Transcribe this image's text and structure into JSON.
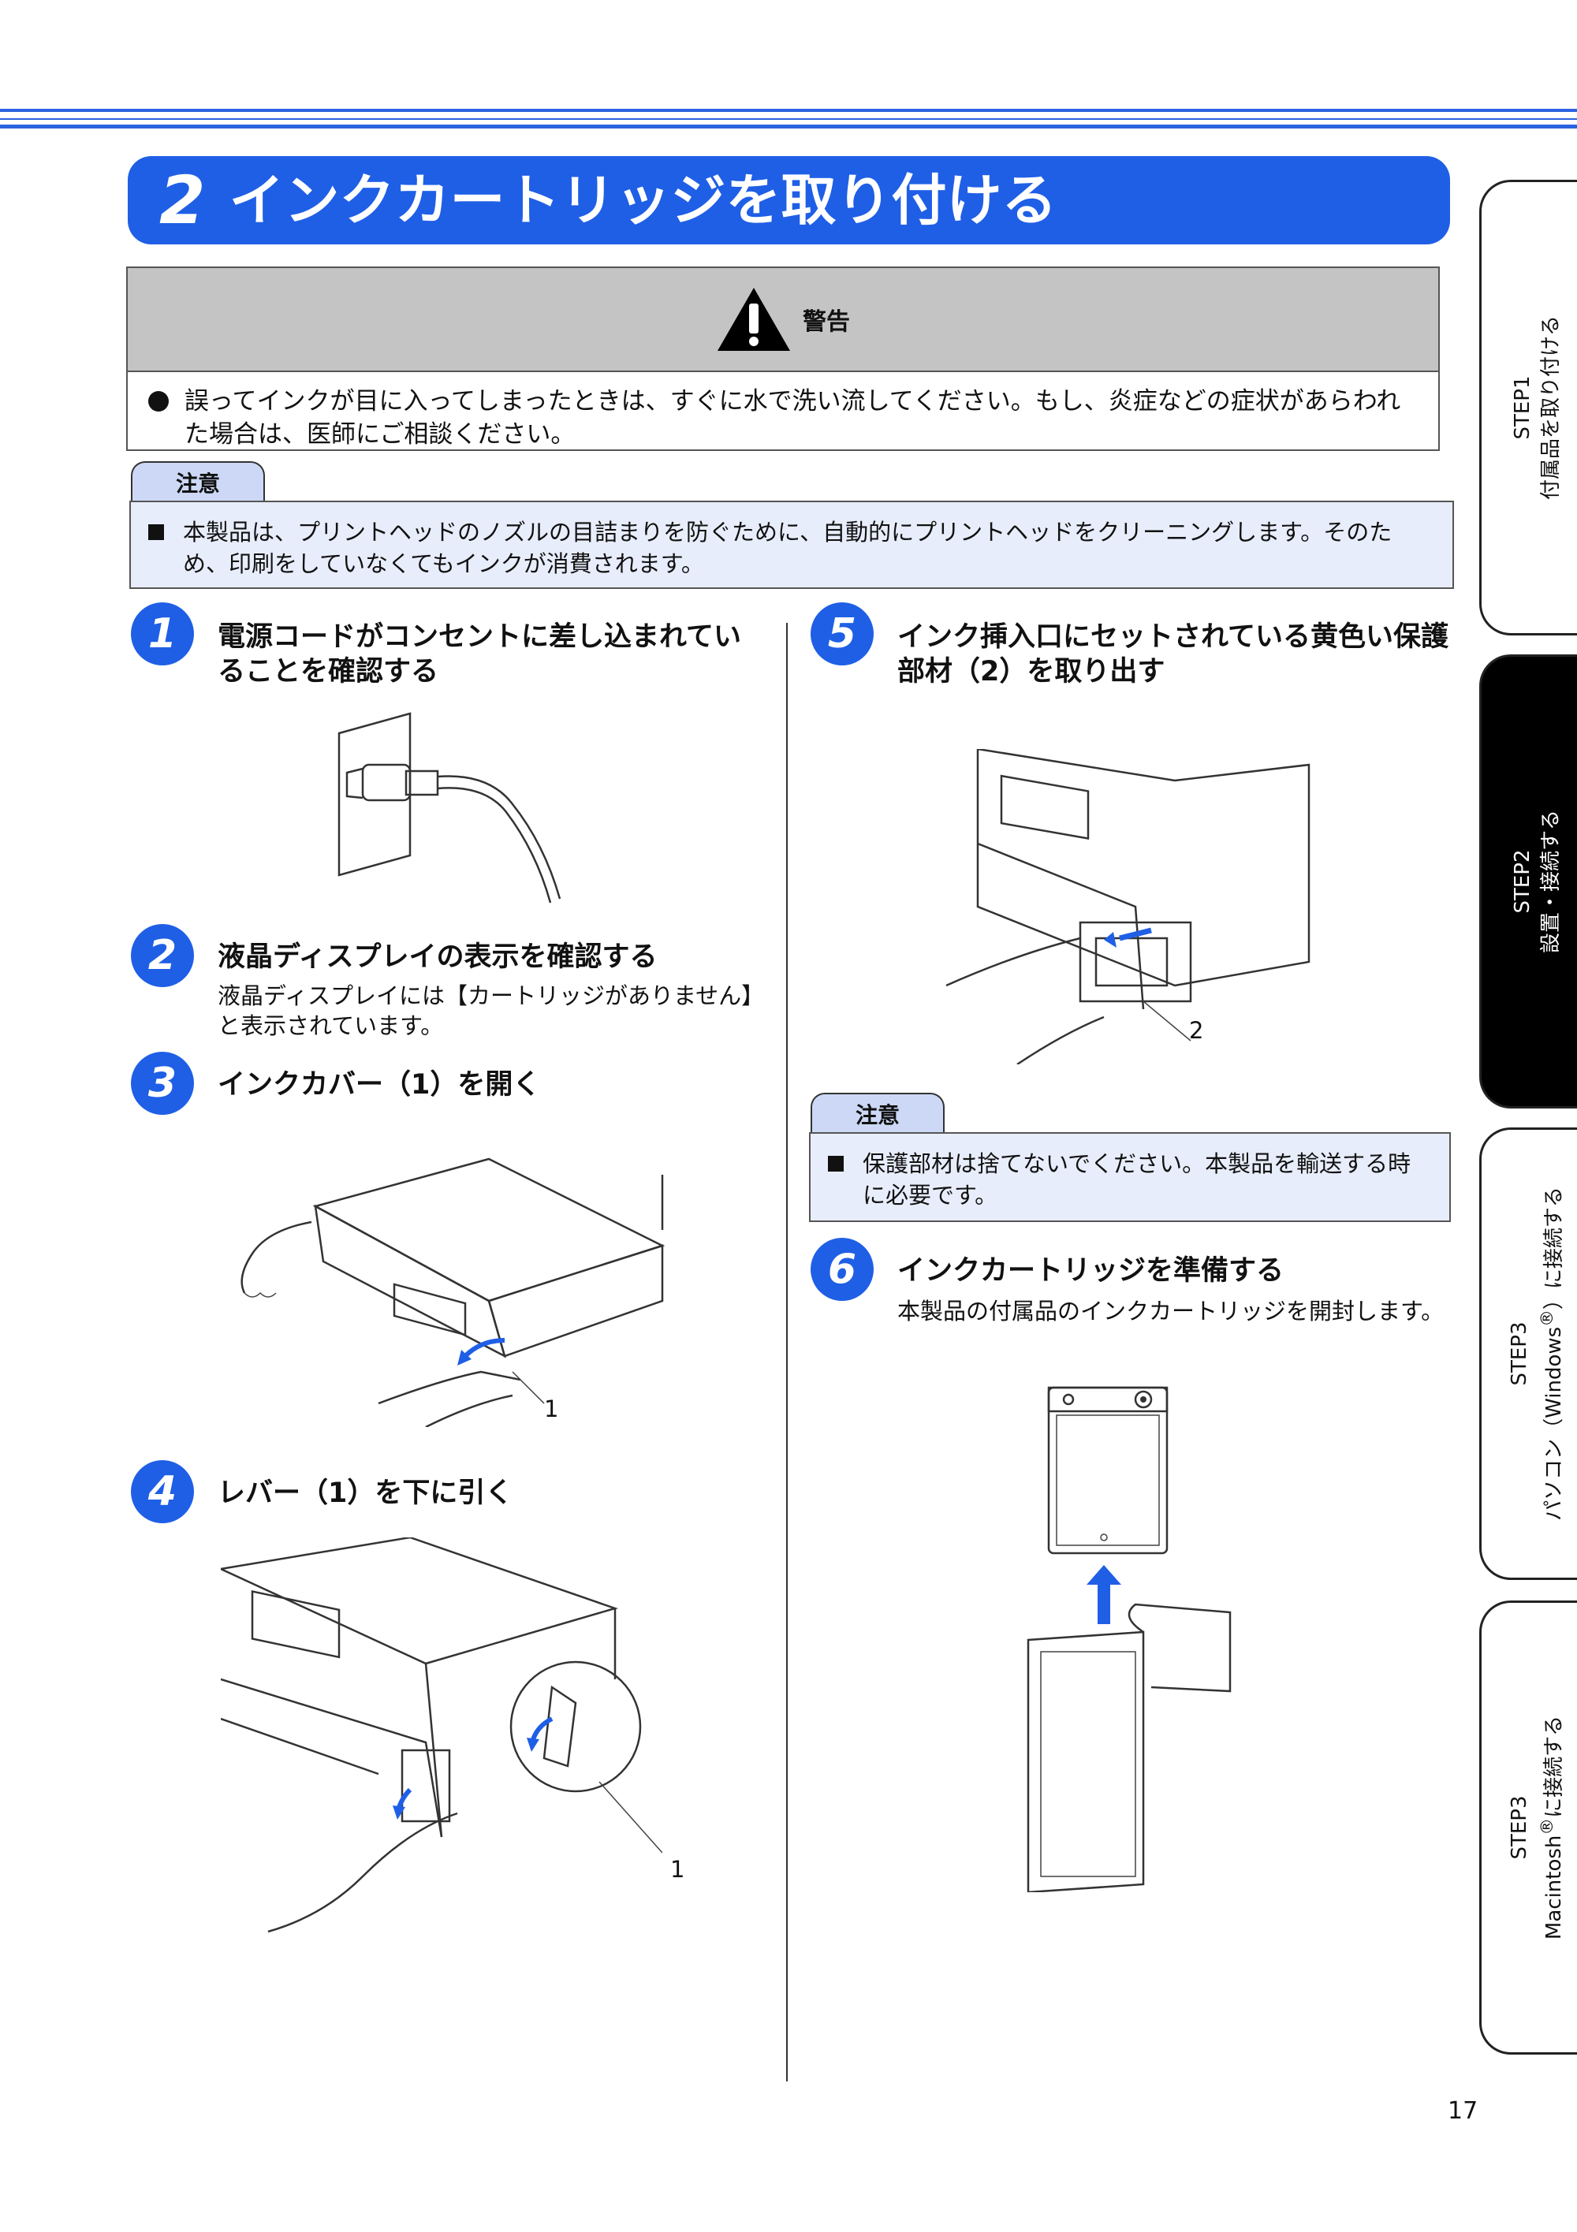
{
  "section": {
    "number": "2",
    "title": "インクカートリッジを取り付ける"
  },
  "warning": {
    "title": "警告",
    "icon": "warning-triangle-icon",
    "text": "誤ってインクが目に入ってしまったときは、すぐに水で洗い流してください。もし、炎症などの症状があらわれた場合は、医師にご相談ください。"
  },
  "caution1": {
    "label": "注意",
    "text": "本製品は、プリントヘッドのノズルの目詰まりを防ぐために、自動的にプリントヘッドをクリーニングします。そのため、印刷をしていなくてもインクが消費されます。"
  },
  "steps": [
    {
      "number": "1",
      "title": "電源コードがコンセントに差し込まれていることを確認する"
    },
    {
      "number": "2",
      "title": "液晶ディスプレイの表示を確認する",
      "body": "液晶ディスプレイには【カートリッジがありません】と表示されています。"
    },
    {
      "number": "3",
      "title": "インクカバー（1）を開く",
      "callout": "1"
    },
    {
      "number": "4",
      "title": "レバー（1）を下に引く",
      "callout": "1"
    },
    {
      "number": "5",
      "title": "インク挿入口にセットされている黄色い保護部材（2）を取り出す",
      "callout": "2"
    },
    {
      "number": "6",
      "title": "インクカートリッジを準備する",
      "body": "本製品の付属品のインクカートリッジを開封します。"
    }
  ],
  "caution2": {
    "label": "注意",
    "text": "保護部材は捨てないでください。本製品を輸送する時に必要です。"
  },
  "side_tabs": [
    {
      "step": "STEP1",
      "label": "付属品を取り付ける",
      "active": false
    },
    {
      "step": "STEP2",
      "label": "設置・接続する",
      "active": true
    },
    {
      "step": "STEP3",
      "label_pre": "パソコン（Windows",
      "sup": "®",
      "label_post": "）に接続する",
      "active": false
    },
    {
      "step": "STEP3",
      "label_pre": "Macintosh",
      "sup": "®",
      "label_post": "に接続する",
      "active": false
    }
  ],
  "page_number": "17",
  "colors": {
    "accent": "#1f5fe6",
    "warning_header": "#c4c4c4",
    "caution_bg": "#e8edfb",
    "caution_tab": "#ccd8f5"
  }
}
